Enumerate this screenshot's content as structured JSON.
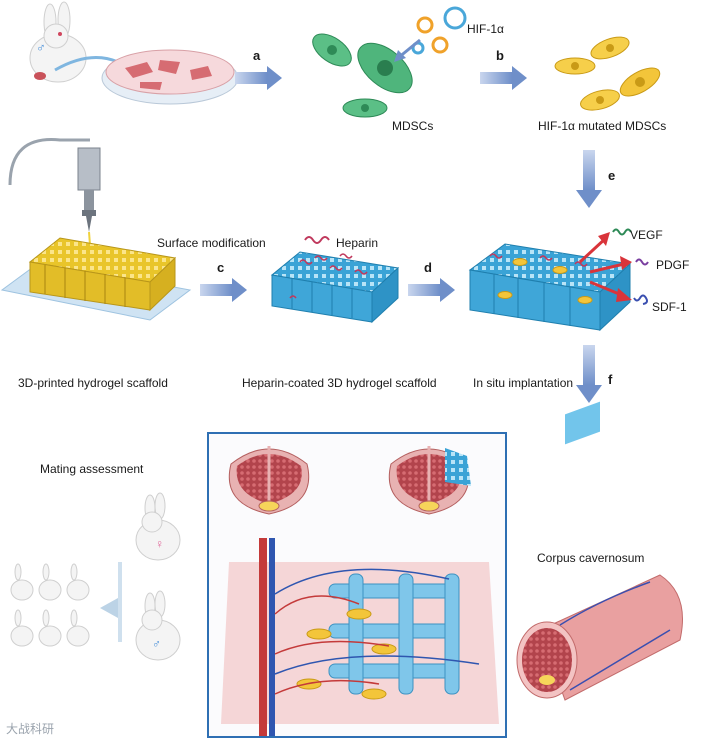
{
  "steps": [
    "a",
    "b",
    "c",
    "d",
    "e",
    "f"
  ],
  "labels": {
    "hif": "HIF-1α",
    "mdscs": "MDSCs",
    "mutated": "HIF-1α mutated MDSCs",
    "surface": "Surface modification",
    "heparin": "Heparin",
    "vegf": "VEGF",
    "pdgf": "PDGF",
    "sdf": "SDF-1",
    "printed": "3D-printed hydrogel scaffold",
    "coated": "Heparin-coated 3D hydrogel scaffold",
    "insitu": "In situ implantation",
    "mating": "Mating assessment",
    "corpus": "Corpus cavernosum"
  },
  "watermark": "大战科研",
  "colors": {
    "arrow": "#6f8fc9",
    "scaffold_yellow": "#f0d23c",
    "scaffold_blue": "#4fb7e6",
    "frame": "#2e6fb3",
    "cell_green": "#3aa86a",
    "cell_yellow": "#f3c53a",
    "tissue": "#c9525a"
  }
}
